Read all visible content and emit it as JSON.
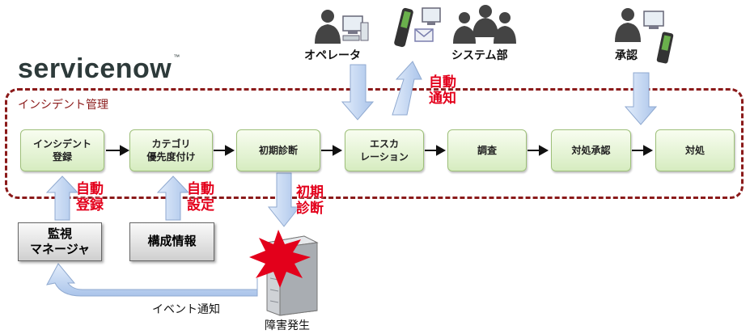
{
  "logo": {
    "text": "servicenow",
    "tm": "™"
  },
  "frame_label": "インシデント管理",
  "steps": [
    {
      "label": "インシデント\n登録"
    },
    {
      "label": "カテゴリ\n優先度付け"
    },
    {
      "label": "初期診断"
    },
    {
      "label": "エスカ\nレーション"
    },
    {
      "label": "調査"
    },
    {
      "label": "対処承認"
    },
    {
      "label": "対処"
    }
  ],
  "roles": {
    "operator": "オペレータ",
    "system": "システム部",
    "approve": "承認"
  },
  "annotations": {
    "auto_notify": "自動\n通知",
    "auto_register": "自動\n登録",
    "auto_setting": "自動\n設定",
    "initial_diag": "初期\n診断"
  },
  "sources": {
    "monitor": "監視\nマネージャ",
    "config": "構成情報"
  },
  "event_notice": "イベント通知",
  "failure": "障害発生",
  "colors": {
    "frame": "#8b1a1a",
    "highlight": "#e3001b",
    "step_fill": "#d6ecc0",
    "arrow_fill": "#c4d8f4"
  }
}
